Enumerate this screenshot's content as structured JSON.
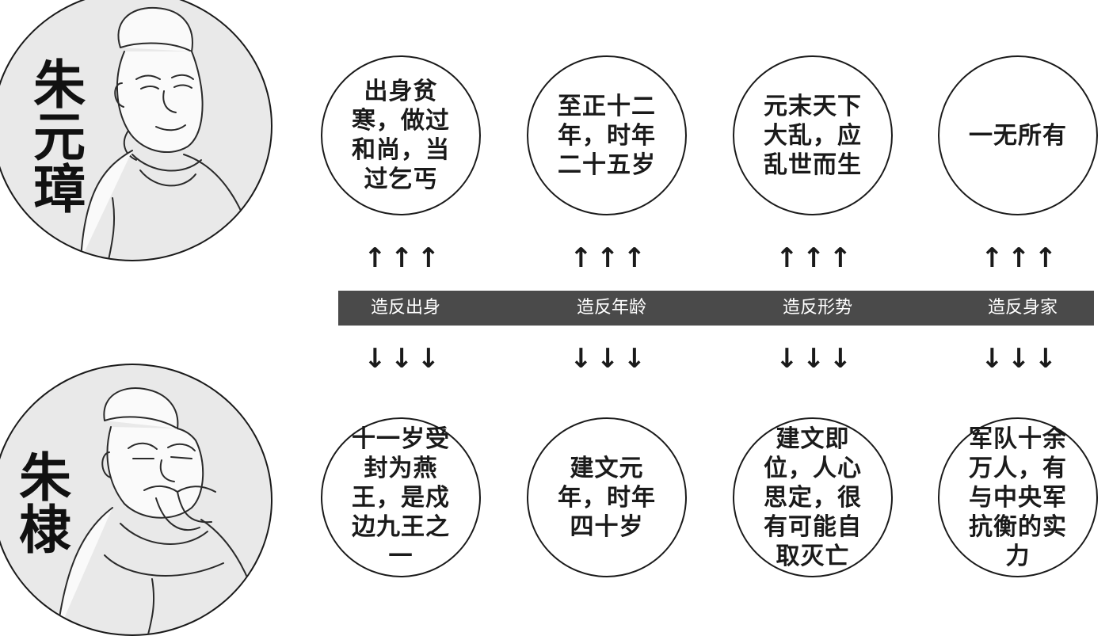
{
  "figures": [
    {
      "name": "朱元璋"
    },
    {
      "name": "朱棣"
    }
  ],
  "categories": [
    "造反出身",
    "造反年龄",
    "造反形势",
    "造反身家"
  ],
  "top_row": [
    "出身贫寒，做过和尚，当过乞丐",
    "至正十二年，时年二十五岁",
    "元末天下大乱，应乱世而生",
    "一无所有"
  ],
  "bottom_row": [
    "十一岁受封为燕王，是戍边九王之一",
    "建文元年，时年四十岁",
    "建文即位，人心思定，很有可能自取灭亡",
    "军队十余万人，有与中央军抗衡的实力"
  ],
  "arrows": {
    "up": "↑",
    "down": "↓"
  },
  "colors": {
    "bar": "#4a4a4a",
    "portrait_bg": "#e9e9e9",
    "ink": "#1a1a1a"
  }
}
